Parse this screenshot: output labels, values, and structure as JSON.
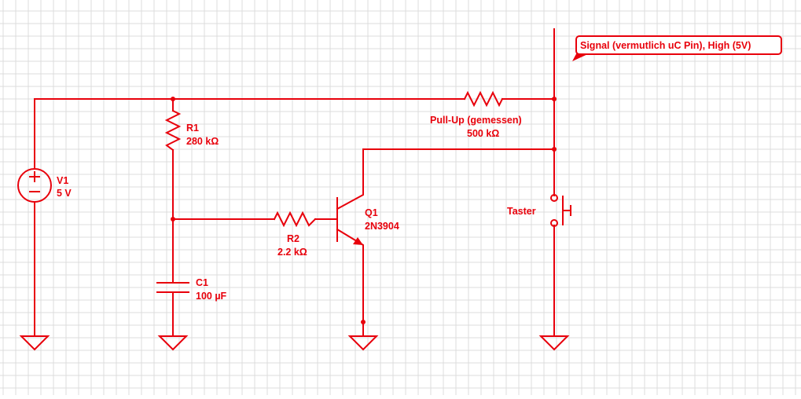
{
  "colors": {
    "wire": "#e8000b",
    "grid": "#dcdcdc",
    "background": "#ffffff"
  },
  "components": {
    "v1": {
      "name": "V1",
      "value": "5 V"
    },
    "r1": {
      "name": "R1",
      "value": "280 kΩ"
    },
    "c1": {
      "name": "C1",
      "value": "100 µF"
    },
    "r2": {
      "name": "R2",
      "value": "2.2 kΩ"
    },
    "q1": {
      "name": "Q1",
      "value": "2N3904"
    },
    "pullup": {
      "name": "Pull-Up (gemessen)",
      "value": "500 kΩ"
    },
    "switch": {
      "name": "Taster"
    }
  },
  "net_label": {
    "text": "Signal (vermutlich uC Pin), High (5V)"
  }
}
